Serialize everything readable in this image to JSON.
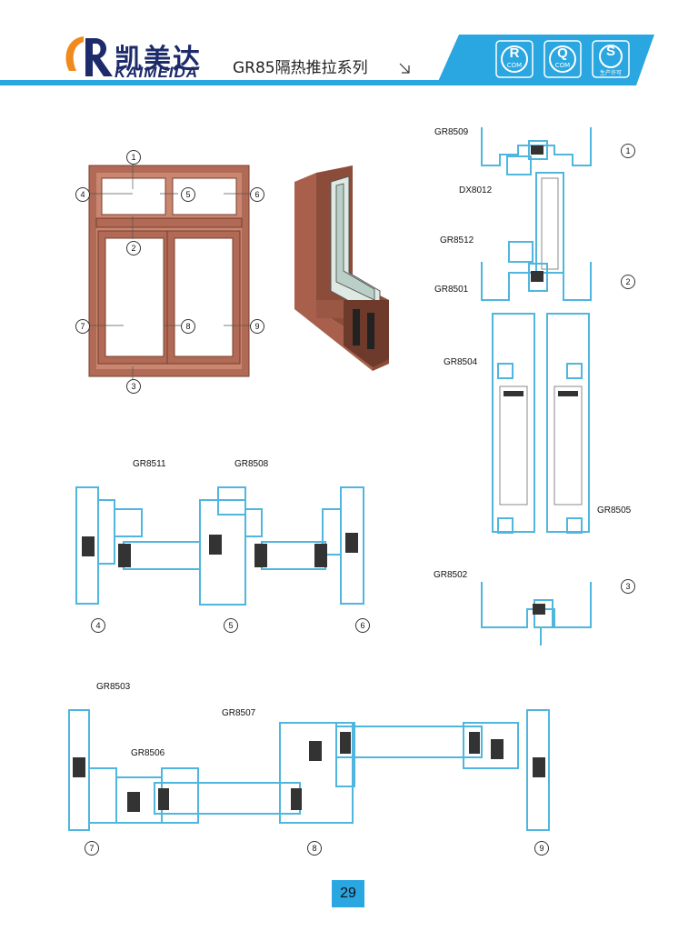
{
  "header": {
    "brand_cn": "凯美达",
    "brand_en": "KAIMEIDA",
    "series_title": "GR85隔热推拉系列",
    "badges": [
      {
        "name": "r-com-badge",
        "letter": "R",
        "sub": "COM"
      },
      {
        "name": "q-com-badge",
        "letter": "Q",
        "sub": "COM"
      },
      {
        "name": "s-license-badge",
        "letter": "S",
        "sub": "生产许可"
      }
    ],
    "colors": {
      "band": "#2aa6e0",
      "brand_navy": "#1e2b6b",
      "logo_orange": "#f08a1c",
      "profile_blue": "#4fb6df",
      "frame_brown": "#b06a55"
    }
  },
  "window_markers": [
    "1",
    "2",
    "3",
    "4",
    "5",
    "6",
    "7",
    "8",
    "9"
  ],
  "profiles": {
    "gr8509": "GR8509",
    "dx8012": "DX8012",
    "gr8512": "GR8512",
    "gr8501": "GR8501",
    "gr8504": "GR8504",
    "gr8505": "GR8505",
    "gr8502": "GR8502",
    "gr8511": "GR8511",
    "gr8508": "GR8508",
    "gr8503": "GR8503",
    "gr8506": "GR8506",
    "gr8507": "GR8507"
  },
  "vertical_markers": [
    "1",
    "2",
    "3"
  ],
  "middle_markers": [
    "4",
    "5",
    "6"
  ],
  "bottom_markers": [
    "7",
    "8",
    "9"
  ],
  "page_number": "29"
}
